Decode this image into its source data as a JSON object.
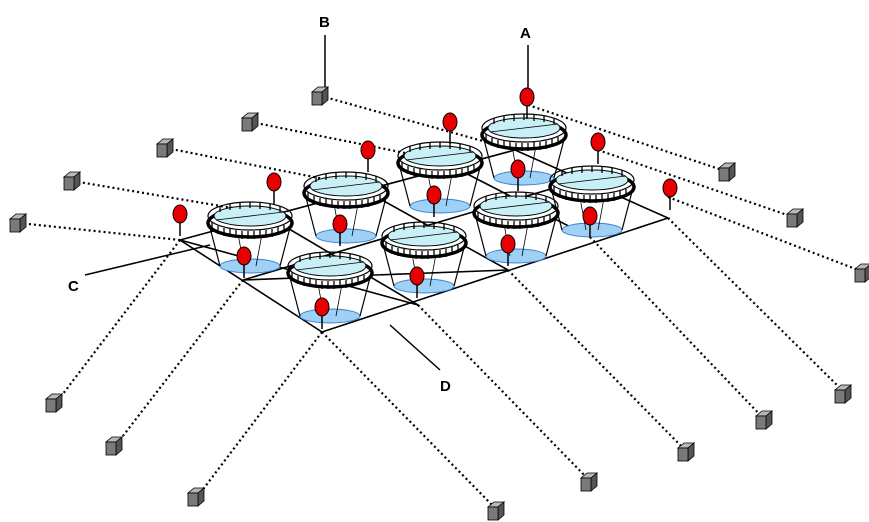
{
  "labels": {
    "a": "A",
    "b": "B",
    "c": "C",
    "d": "D"
  },
  "colors": {
    "water_top": "#c8f0f6",
    "water_bottom": "#9fd0f5",
    "buoy": "#e80000",
    "anchor": "#7a7a7a",
    "line": "#000000"
  }
}
